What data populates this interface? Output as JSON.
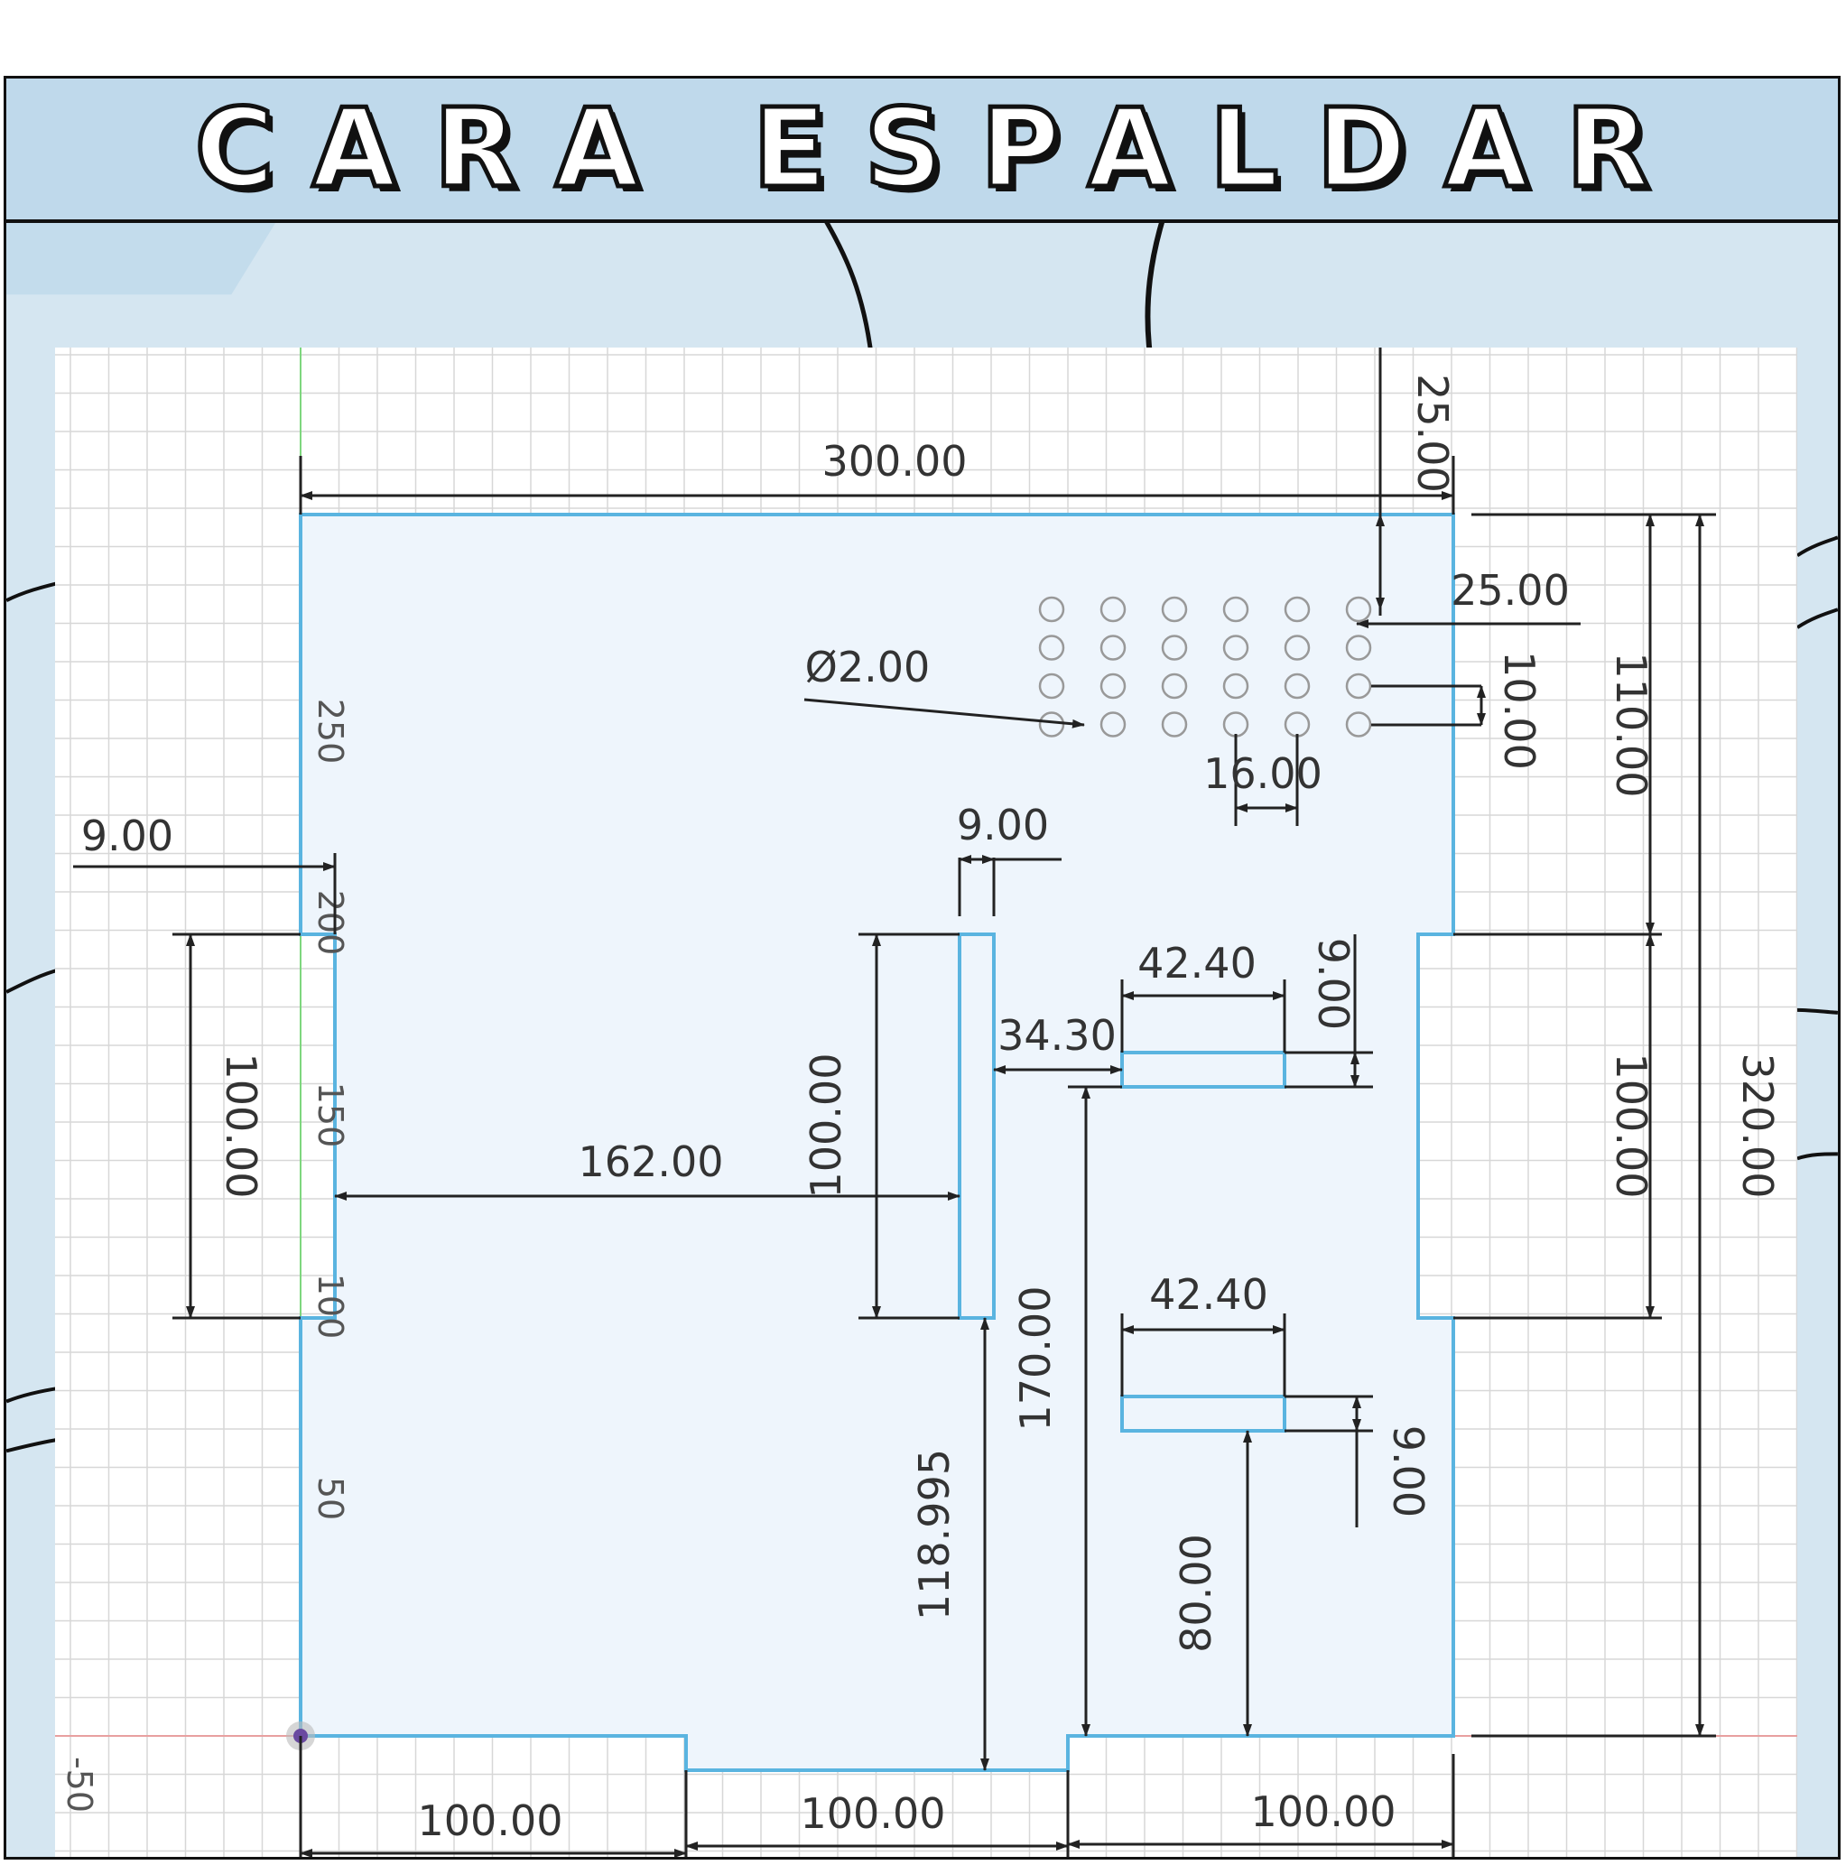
{
  "title": "CARA ESPALDAR",
  "axis_ticks": [
    "250",
    "200",
    "150",
    "100",
    "50",
    "-50"
  ],
  "dimensions": {
    "overall_width": "300.00",
    "top_offset": "25.00",
    "right_offset": "25.00",
    "hole_diameter": "Ø2.00",
    "hole_row_spacing": "10.00",
    "hole_col_spacing": "16.00",
    "right_upper": "110.00",
    "right_middle": "100.00",
    "overall_height": "320.00",
    "left_tab_depth": "9.00",
    "left_tab_height": "100.00",
    "slot_width": "9.00",
    "slot_height": "100.00",
    "slot_offset": "162.00",
    "slot_gap": "34.30",
    "upper_slot_length": "42.40",
    "upper_slot_thickness": "9.00",
    "lower_slot_length": "42.40",
    "lower_slot_thickness": "9.00",
    "slot_bottom_height": "118.995",
    "upper_slot_height": "170.00",
    "lower_slot_height": "80.00",
    "bottom_left": "100.00",
    "bottom_middle": "100.00",
    "bottom_right": "100.00"
  },
  "hole_grid": {
    "columns": 6,
    "rows": 4
  },
  "colors": {
    "frame_background": "#c3dcec",
    "grid_line": "#d7d7d7",
    "outline": "#5ab4e0",
    "fill": "#eef5fc",
    "dimension": "#222222",
    "x_axis": "#e8a0a0",
    "y_axis": "#7ed67e"
  }
}
